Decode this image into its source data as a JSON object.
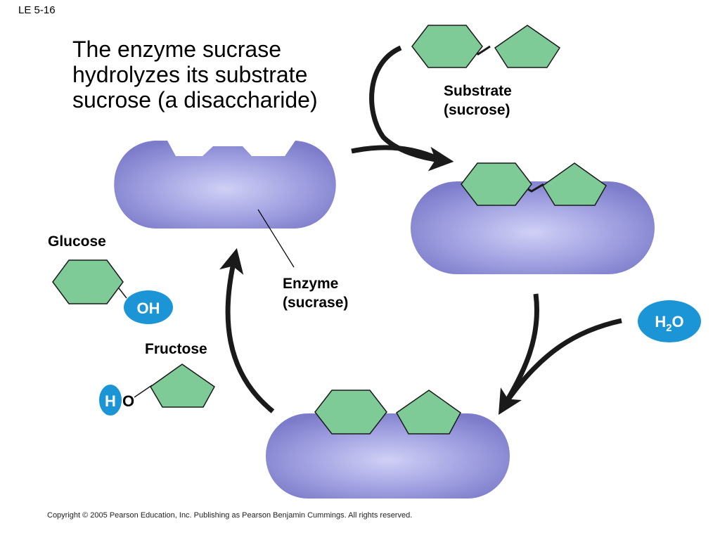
{
  "slide_id": "LE 5-16",
  "title": "The enzyme sucrase hydrolyzes its substrate sucrose (a disaccharide)",
  "labels": {
    "substrate": "Substrate",
    "substrate_name": "(sucrose)",
    "enzyme": "Enzyme",
    "enzyme_name": "(sucrase)",
    "glucose": "Glucose",
    "fructose": "Fructose"
  },
  "molecules": {
    "oh": "OH",
    "water_h": "H",
    "water_sub": "2",
    "water_o": "O",
    "fructose_h": "H",
    "fructose_o": "O"
  },
  "copyright": "Copyright © 2005 Pearson Education, Inc. Publishing as Pearson Benjamin Cummings. All rights reserved.",
  "colors": {
    "enzyme": "#9a9ae0",
    "sugar": "#7ecb98",
    "badge": "#1b95d6",
    "arrow": "#1a1a1a"
  }
}
